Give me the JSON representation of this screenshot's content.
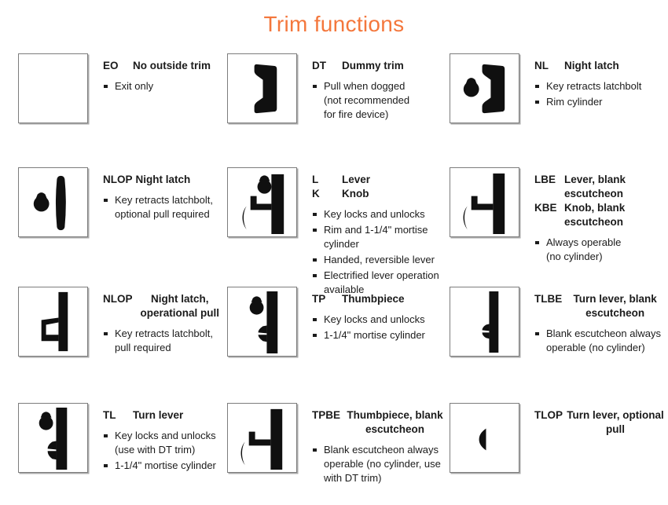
{
  "page": {
    "title": "Trim functions",
    "accent_color": "#f4773c",
    "text_color": "#1b1b1b"
  },
  "cells": [
    {
      "codes": [
        {
          "code": "EO",
          "title": "No outside trim"
        }
      ],
      "bullets": [
        "Exit only"
      ],
      "icon": "empty-box"
    },
    {
      "codes": [
        {
          "code": "DT",
          "title": "Dummy trim"
        }
      ],
      "bullets": [
        "Pull when dogged\n(not recommended\nfor fire device)"
      ],
      "icon": "pull-handle"
    },
    {
      "codes": [
        {
          "code": "NL",
          "title": "Night latch"
        }
      ],
      "bullets": [
        "Key retracts latchbolt",
        "Rim cylinder"
      ],
      "icon": "pull-handle-cylinder"
    },
    {
      "codes": [
        {
          "code": "NLOP",
          "title": "Night latch"
        }
      ],
      "bullets": [
        "Key retracts latchbolt,\noptional pull required"
      ],
      "icon": "plate-cylinder"
    },
    {
      "codes": [
        {
          "code": "L",
          "title": "Lever"
        },
        {
          "code": "K",
          "title": "Knob"
        }
      ],
      "bullets": [
        "Key locks and unlocks",
        "Rim and 1-1/4\" mortise\ncylinder",
        "Handed, reversible lever",
        "Electrified lever operation\navailable"
      ],
      "icon": "plate-cylinder-lever"
    },
    {
      "codes": [
        {
          "code": "LBE",
          "title": "Lever, blank\nescutcheon"
        },
        {
          "code": "KBE",
          "title": "Knob, blank\nescutcheon"
        }
      ],
      "bullets": [
        "Always operable\n(no cylinder)"
      ],
      "icon": "plate-lever"
    },
    {
      "codes": [
        {
          "code": "NLOP",
          "title": "Night latch,\noperational pull"
        }
      ],
      "bullets": [
        "Key retracts latchbolt,\npull required"
      ],
      "icon": "plate-pull-handle"
    },
    {
      "codes": [
        {
          "code": "TP",
          "title": "Thumbpiece"
        }
      ],
      "bullets": [
        "Key locks and unlocks",
        "1-1/4\" mortise cylinder"
      ],
      "icon": "plate-cylinder-thumbpiece"
    },
    {
      "codes": [
        {
          "code": "TLBE",
          "title": "Turn lever, blank\nescutcheon"
        }
      ],
      "bullets": [
        "Blank escutcheon always\noperable (no cylinder)"
      ],
      "icon": "plate-thumbturn"
    },
    {
      "codes": [
        {
          "code": "TL",
          "title": "Turn lever"
        }
      ],
      "bullets": [
        "Key locks and unlocks\n(use with DT trim)",
        "1-1/4\" mortise cylinder"
      ],
      "icon": "plate-cylinder-turnlever"
    },
    {
      "codes": [
        {
          "code": "TPBE",
          "title": "Thumbpiece, blank\nescutcheon"
        }
      ],
      "bullets": [
        "Blank escutcheon always\noperable (no cylinder, use\nwith DT trim)"
      ],
      "icon": "plate-lever"
    },
    {
      "codes": [
        {
          "code": "TLOP",
          "title": "Turn lever, optional\npull"
        }
      ],
      "bullets": [],
      "icon": "thumbturn-only"
    }
  ]
}
